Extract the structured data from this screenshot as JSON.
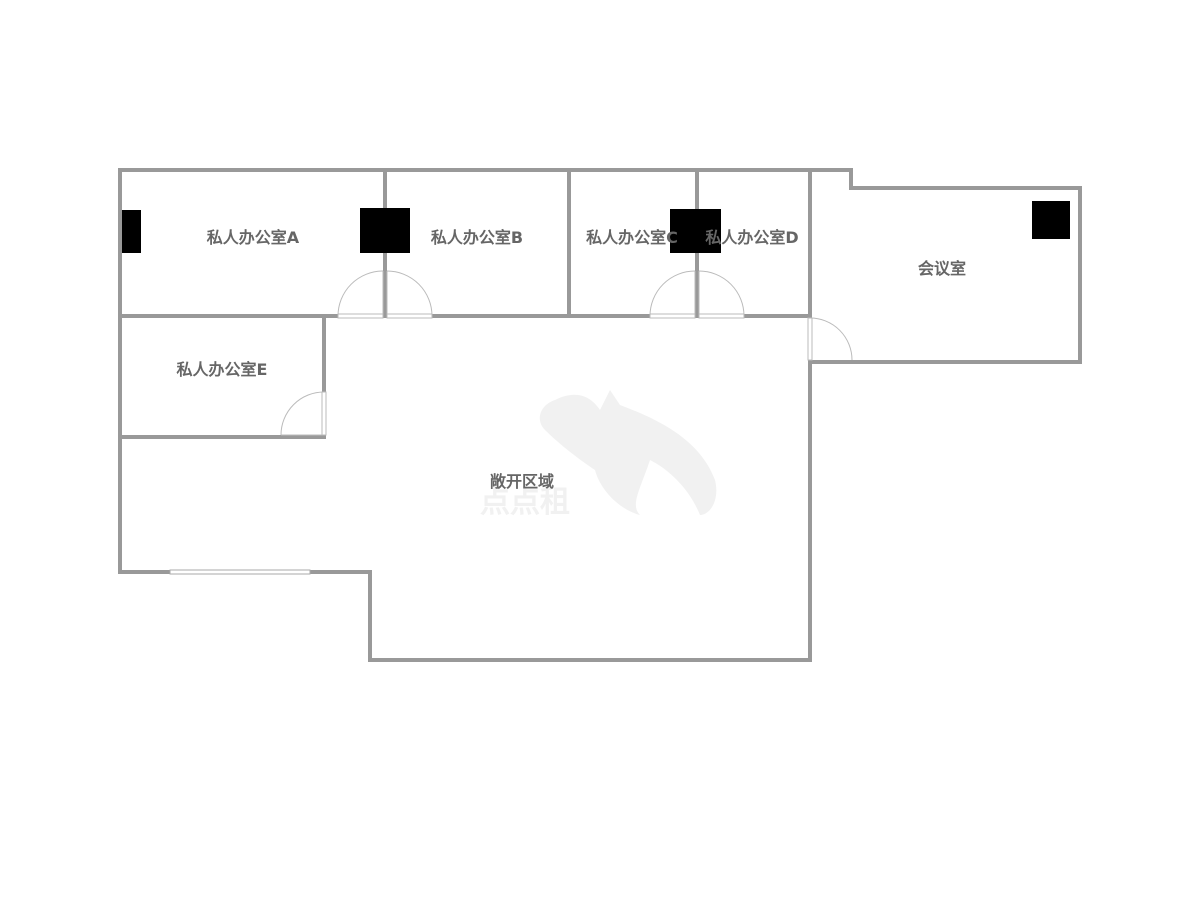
{
  "rooms": {
    "office_a": "私人办公室A",
    "office_b": "私人办公室B",
    "office_c": "私人办公室C",
    "office_d": "私人办公室D",
    "office_e": "私人办公室E",
    "meeting": "会议室",
    "open_area": "敞开区域"
  },
  "watermark": {
    "text": "点点租",
    "color": "#f1f1f1"
  },
  "colors": {
    "wall": "#999999",
    "pillar": "#000000",
    "label": "#666666"
  }
}
